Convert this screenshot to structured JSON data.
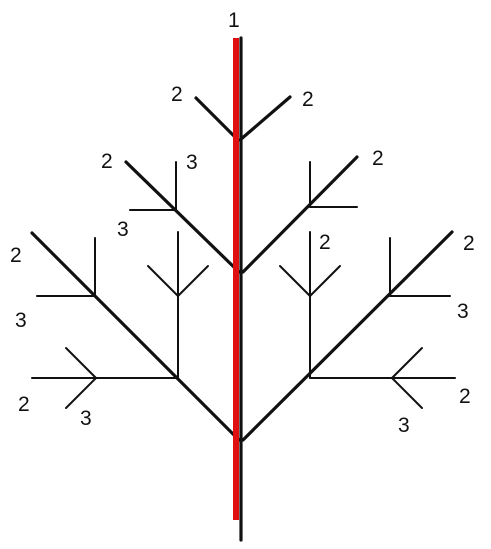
{
  "diagram": {
    "axis_label": "1",
    "labels": {
      "top_left": "2",
      "top_right": "2",
      "mid_upper_left_outer": "2",
      "mid_upper_left_inner": "3",
      "mid_upper_left_low": "3",
      "mid_upper_right": "2",
      "right_center": "2",
      "left_outer_upper": "2",
      "left_outer_mid": "3",
      "right_outer_upper": "2",
      "right_outer_mid": "3",
      "left_lower_2": "2",
      "left_lower_3": "3",
      "right_lower_2": "2",
      "right_lower_3": "3"
    },
    "colors": {
      "highlight": "#e01010",
      "stroke": "#111111"
    }
  }
}
